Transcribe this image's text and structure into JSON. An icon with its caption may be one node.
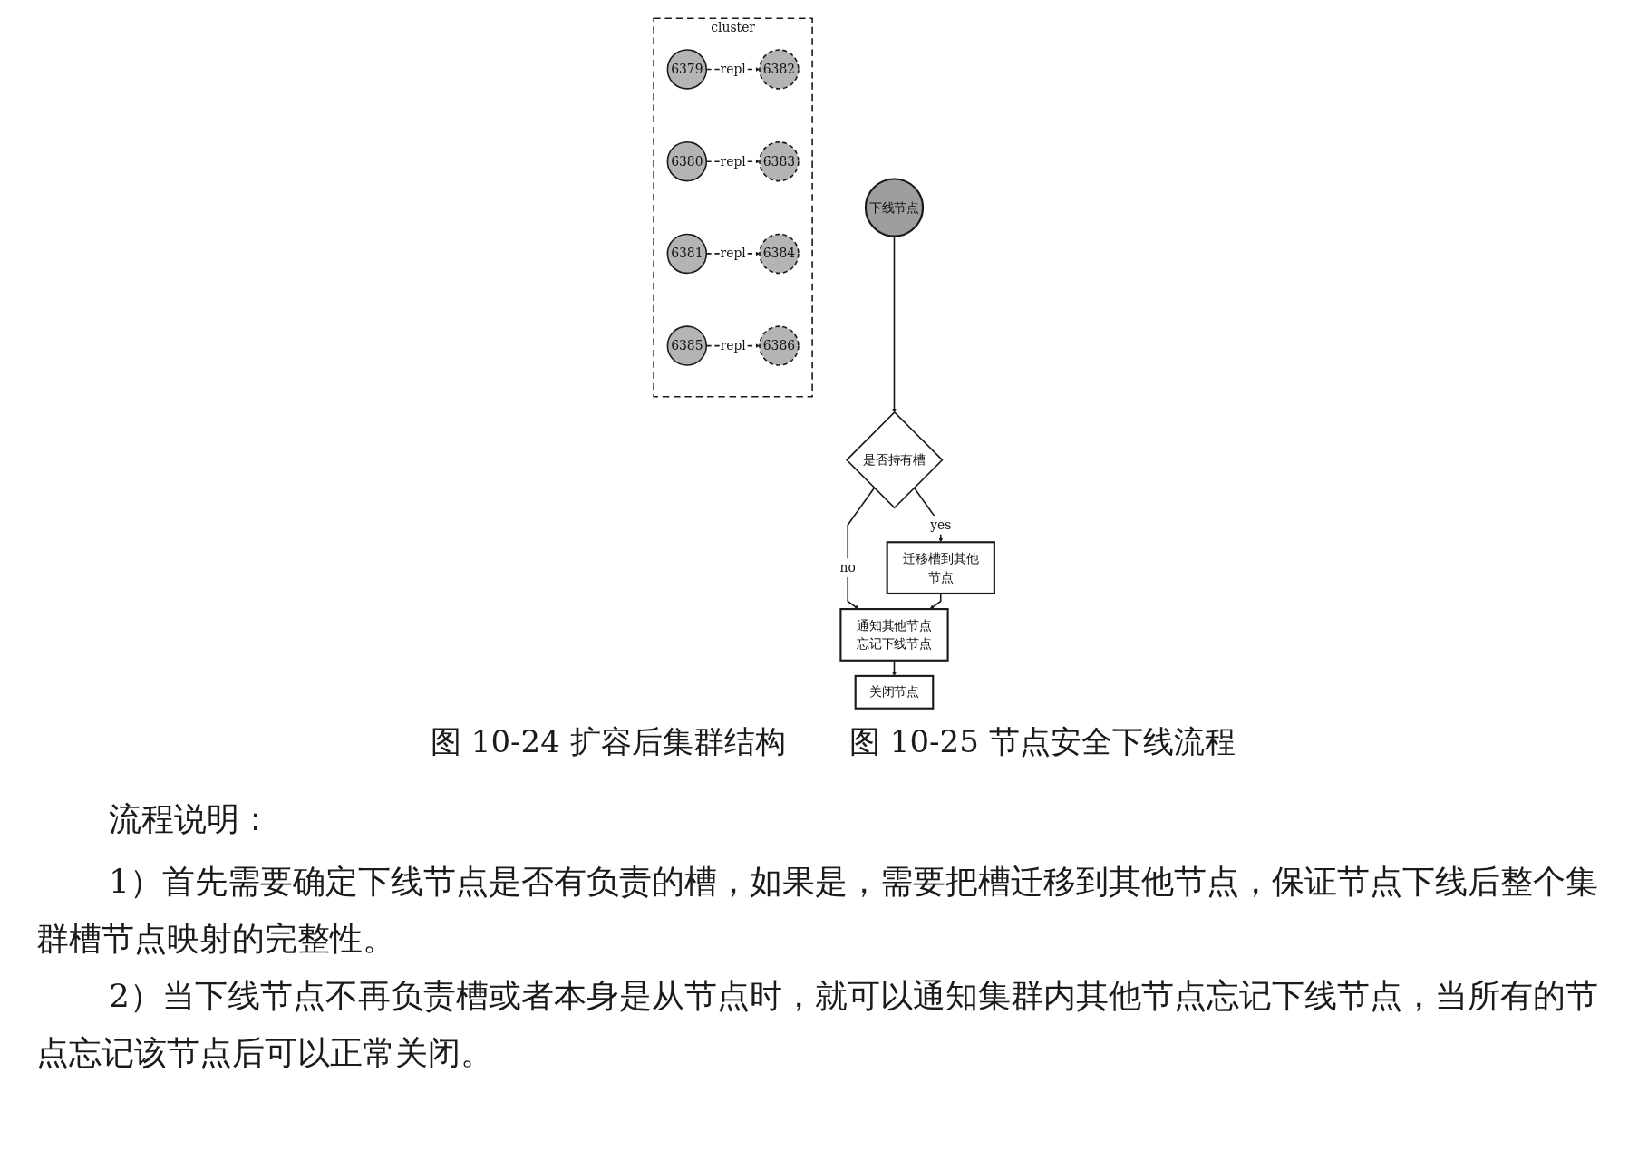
{
  "diagram": {
    "nodes": [
      {
        "text": [
          "cluster"
        ]
      },
      {
        "text": [
          "6379"
        ],
        "in": 0
      },
      {
        "text": [
          "6382"
        ],
        "in": 0
      },
      {
        "text": [
          "6380"
        ],
        "in": 0
      },
      {
        "text": [
          "6383"
        ],
        "in": 0
      },
      {
        "text": [
          "6381"
        ],
        "in": 0
      },
      {
        "text": [
          "6384"
        ],
        "in": 0
      },
      {
        "text": [
          "6385"
        ],
        "in": 0
      },
      {
        "text": [
          "6386"
        ],
        "in": 0
      },
      {
        "text": [
          "下线节点"
        ]
      },
      {
        "text": [
          "是否持有槽"
        ]
      },
      {
        "text": [
          "迁移槽到其他节点"
        ]
      },
      {
        "text": [
          "通知其他节点忘记下线节点"
        ]
      },
      {
        "text": [
          "关闭节点"
        ]
      }
    ],
    "edges": [
      {
        "from": 1,
        "to": 2,
        "arrow": "to",
        "label": "repl",
        "style": "dashed"
      },
      {
        "from": 3,
        "to": 4,
        "arrow": "to",
        "label": "repl",
        "style": "dashed"
      },
      {
        "from": 5,
        "to": 6,
        "arrow": "to",
        "label": "repl",
        "style": "dashed"
      },
      {
        "from": 7,
        "to": 8,
        "arrow": "to",
        "label": "repl",
        "style": "dashed"
      },
      {
        "from": 9,
        "to": 10,
        "arrow": "to"
      },
      {
        "from": 10,
        "to": 11,
        "arrow": "to",
        "label": "yes"
      },
      {
        "from": 10,
        "to": 12,
        "arrow": "to",
        "label": "no"
      },
      {
        "from": 11,
        "to": 12,
        "arrow": "to"
      },
      {
        "from": 12,
        "to": 13,
        "arrow": "to"
      }
    ],
    "labels": [
      "图 10-24 扩容后集群结构",
      "图 10-25 节点安全下线流程",
      "流程说明：",
      "1）首先需要确定下线节点是否有负责的槽，如果是，需要把槽迁移到其他节点，保证节点下线后整个集群槽节点映射的完整性。",
      "2）当下线节点不再负责槽或者本身是从节点时，就可以通知集群内其他节点忘记下线节点，当所有的节点忘记该节点后可以正常关闭。"
    ]
  }
}
